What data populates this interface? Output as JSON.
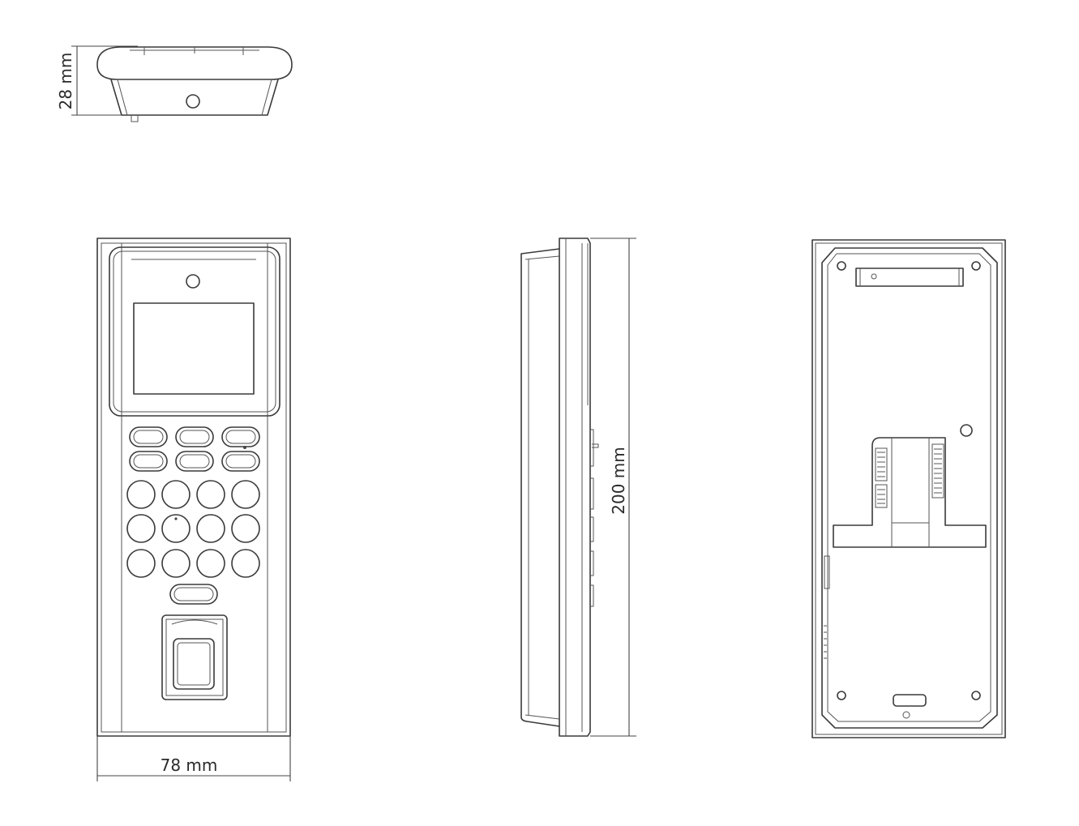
{
  "dimensions": {
    "depth": "28 mm",
    "width": "78 mm",
    "height": "200 mm"
  }
}
